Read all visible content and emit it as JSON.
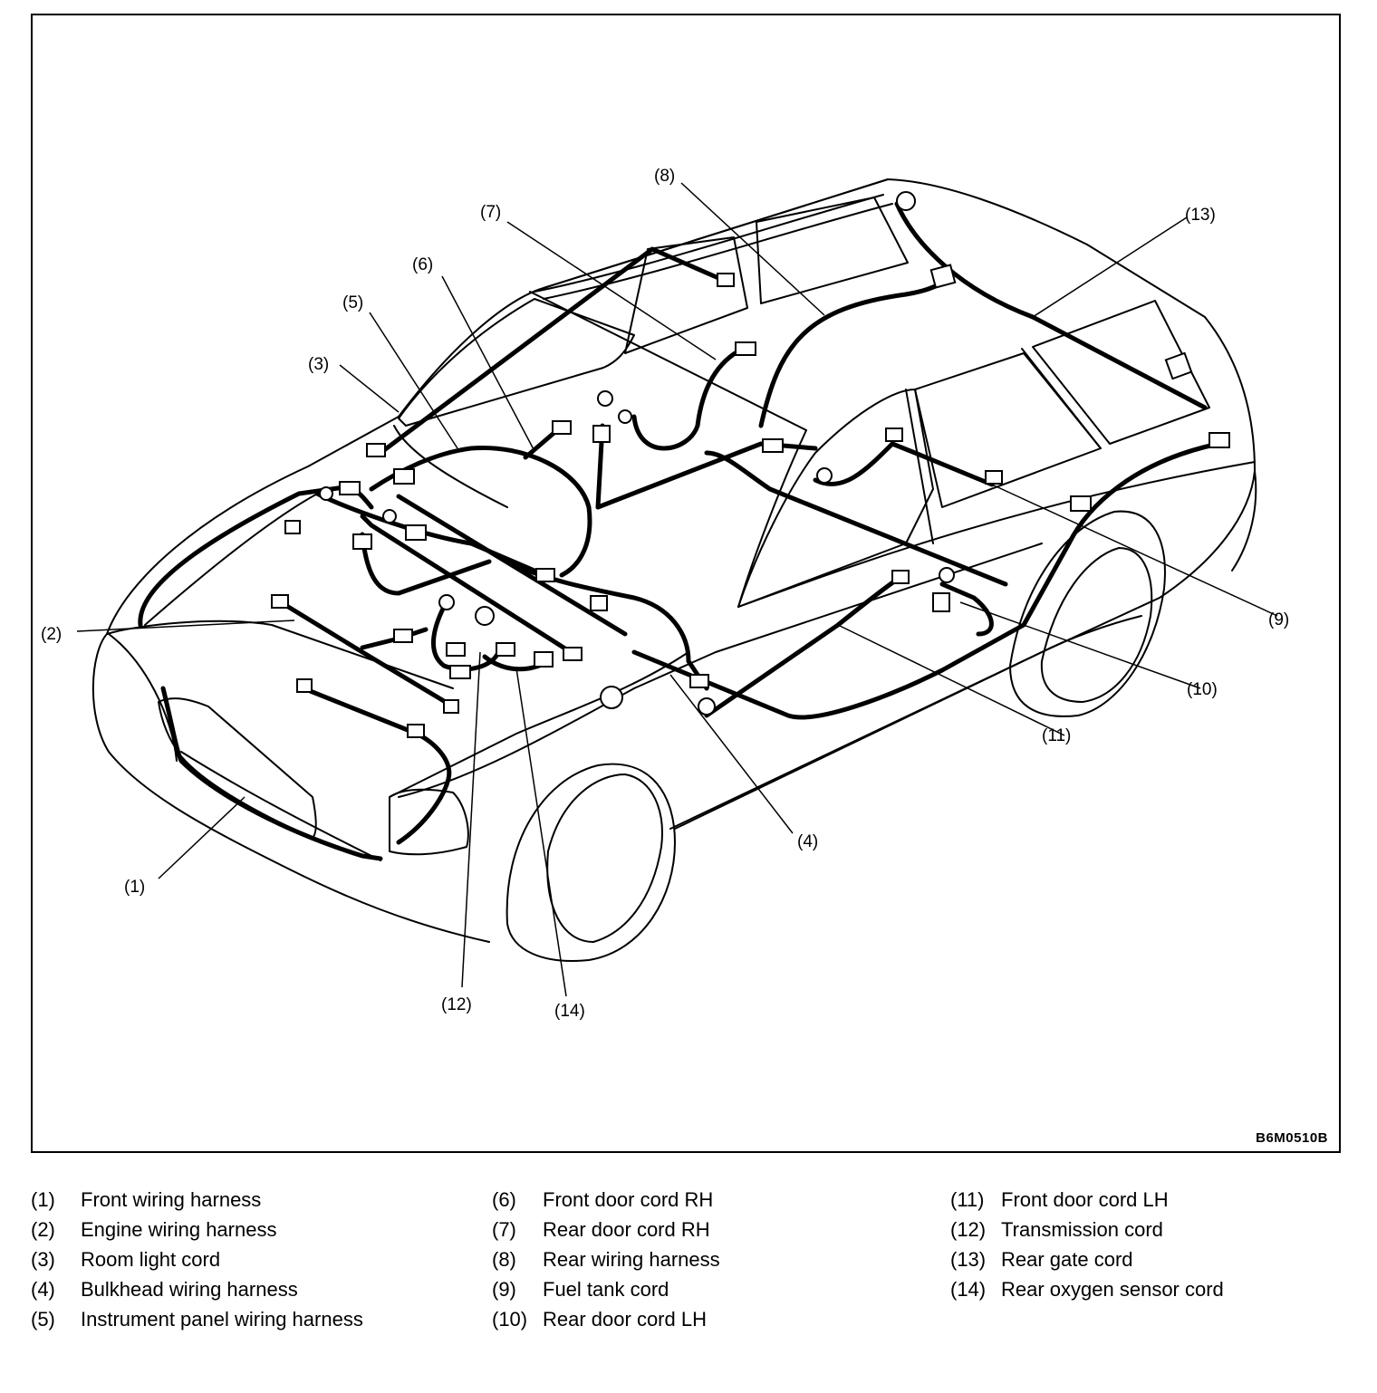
{
  "figure": {
    "code": "B6M0510B",
    "callouts": [
      "(1)",
      "(2)",
      "(3)",
      "(4)",
      "(5)",
      "(6)",
      "(7)",
      "(8)",
      "(9)",
      "(10)",
      "(11)",
      "(12)",
      "(13)",
      "(14)"
    ]
  },
  "legend": {
    "columns": [
      [
        {
          "num": "(1)",
          "label": "Front wiring harness"
        },
        {
          "num": "(2)",
          "label": "Engine wiring harness"
        },
        {
          "num": "(3)",
          "label": "Room light cord"
        },
        {
          "num": "(4)",
          "label": "Bulkhead wiring harness"
        },
        {
          "num": "(5)",
          "label": "Instrument panel wiring harness"
        }
      ],
      [
        {
          "num": "(6)",
          "label": "Front door cord RH"
        },
        {
          "num": "(7)",
          "label": "Rear door cord RH"
        },
        {
          "num": "(8)",
          "label": "Rear wiring harness"
        },
        {
          "num": "(9)",
          "label": "Fuel tank cord"
        },
        {
          "num": "(10)",
          "label": "Rear door cord LH"
        }
      ],
      [
        {
          "num": "(11)",
          "label": "Front door cord LH"
        },
        {
          "num": "(12)",
          "label": "Transmission cord"
        },
        {
          "num": "(13)",
          "label": "Rear gate cord"
        },
        {
          "num": "(14)",
          "label": "Rear oxygen sensor cord"
        }
      ]
    ]
  }
}
